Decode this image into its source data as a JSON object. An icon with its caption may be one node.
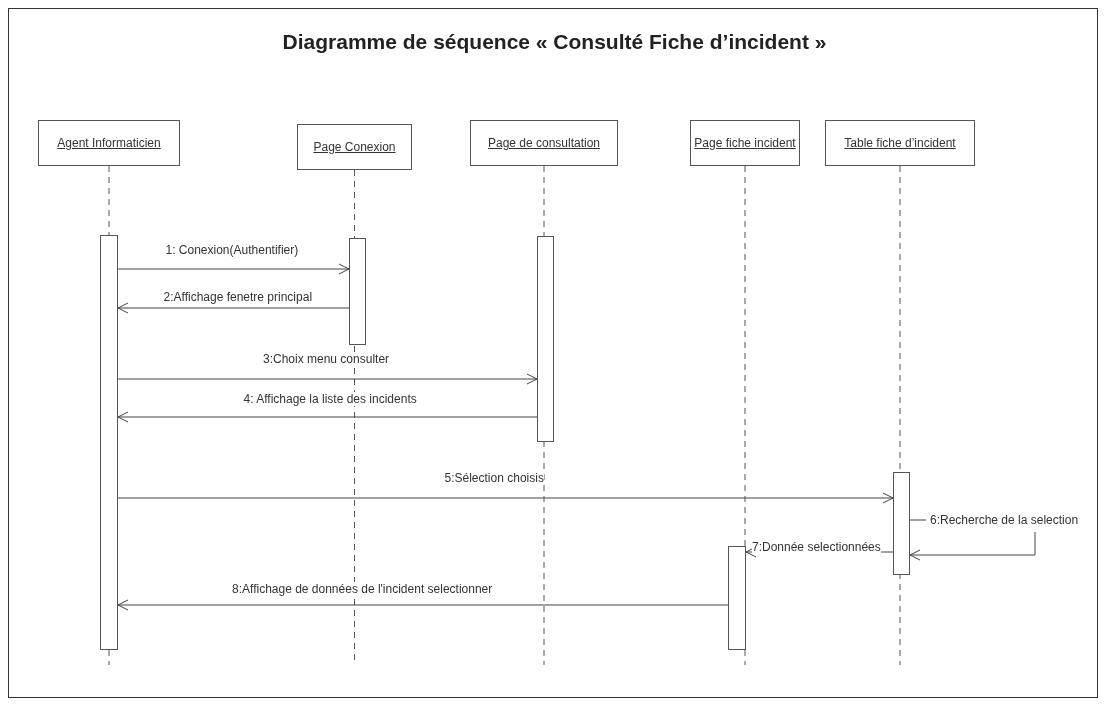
{
  "diagram": {
    "title": "Diagramme de séquence « Consulté Fiche d’incident »",
    "nodes": [
      {
        "text": [
          "Agent Informaticien"
        ]
      },
      {
        "text": [
          "Page Conexion"
        ]
      },
      {
        "text": [
          "Page de consultation"
        ]
      },
      {
        "text": [
          "Page fiche incident"
        ]
      },
      {
        "text": [
          "Table fiche d’incident"
        ]
      },
      {
        "text": [],
        "shape": "bar"
      },
      {
        "text": [],
        "shape": "bar"
      },
      {
        "text": [],
        "shape": "bar"
      },
      {
        "text": [],
        "shape": "bar"
      },
      {
        "text": [],
        "shape": "bar"
      }
    ],
    "edges": [
      {
        "from": 5,
        "to": 6,
        "arrow": "to",
        "label": "1: Conexion(Authentifier)"
      },
      {
        "from": 6,
        "to": 5,
        "arrow": "to",
        "label": "2:Affichage fenetre principal"
      },
      {
        "from": 5,
        "to": 7,
        "arrow": "to",
        "label": "3:Choix menu consulter"
      },
      {
        "from": 7,
        "to": 5,
        "arrow": "to",
        "label": "4: Affichage la liste des incidents"
      },
      {
        "from": 5,
        "to": 9,
        "arrow": "to",
        "label": "5:Sélection choisis"
      },
      {
        "from": 9,
        "to": 9,
        "arrow": "to",
        "label": "6:Recherche de la selection"
      },
      {
        "from": 9,
        "to": 8,
        "arrow": "to",
        "label": "7:Donnée selectionnées"
      },
      {
        "from": 8,
        "to": 5,
        "arrow": "to",
        "label": "8:Affichage de données de l'incident selectionner"
      }
    ]
  }
}
